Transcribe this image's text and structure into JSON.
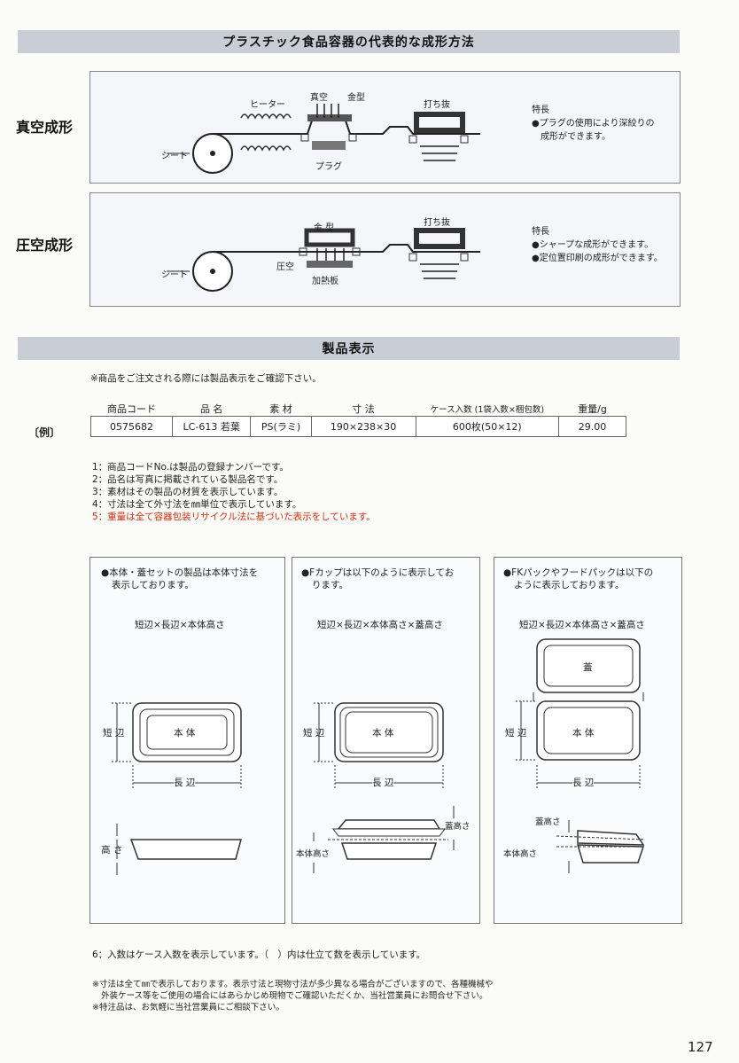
{
  "section1": {
    "title": "プラスチック食品容器の代表的な成形方法",
    "vacuum": {
      "label": "真空成形",
      "heater": "ヒーター",
      "vacuum": "真空",
      "mold": "金型",
      "sheet": "シート",
      "plug": "プラグ",
      "punch": "打ち抜",
      "feature_title": "特長",
      "features": [
        "●プラグの使用により深絞りの",
        "成形ができます。"
      ]
    },
    "pressure": {
      "label": "圧空成形",
      "mold": "金 型",
      "pressure": "圧空",
      "heating_plate": "加熱板",
      "sheet": "シート",
      "punch": "打ち抜",
      "feature_title": "特長",
      "features": [
        "●シャープな成形ができます。",
        "●定位置印刷の成形ができます。"
      ]
    }
  },
  "section2": {
    "title": "製品表示",
    "intro": "※商品をご注文される際には製品表示をご確認下さい。",
    "example_label": "〔例〕",
    "headers": [
      "商品コード",
      "品 名",
      "素 材",
      "寸 法",
      "ケース入数 (1袋入数×梱包数)",
      "重量/g"
    ],
    "row": [
      "0575682",
      "LC-613 若葉",
      "PS(ラミ)",
      "190×238×30",
      "600枚(50×12)",
      "29.00"
    ],
    "notes": [
      "1：商品コードNo.は製品の登録ナンバーです。",
      "2：品名は写真に掲載されている製品名です。",
      "3：素材はその製品の材質を表示しています。",
      "4：寸法は全て外寸法を㎜単位で表示しています。"
    ],
    "note_red": "5：重量は全て容器包装リサイクル法に基づいた表示をしています。"
  },
  "boxes": [
    {
      "head": [
        "●本体・蓋セットの製品は本体寸法を",
        "表示しております。"
      ],
      "formula": "短辺×長辺×本体高さ",
      "short": "短 辺",
      "long": "長 辺",
      "body": "本 体",
      "height": "高 さ"
    },
    {
      "head": [
        "●Fカップは以下のように表示してお",
        "ります。"
      ],
      "formula": "短辺×長辺×本体高さ×蓋高さ",
      "short": "短 辺",
      "long": "長 辺",
      "body": "本 体",
      "lid_height": "蓋高さ",
      "body_height": "本体高さ"
    },
    {
      "head": [
        "●FKパックやフードパックは以下の",
        "ように表示しております。"
      ],
      "formula": "短辺×長辺×本体高さ×蓋高さ",
      "short": "短 辺",
      "long": "長 辺",
      "body": "本 体",
      "lid": "蓋",
      "lid_height": "蓋高さ",
      "body_height": "本体高さ"
    }
  ],
  "footer": {
    "note6": "6：入数はケース入数を表示しています。（　）内は仕立て数を表示しています。",
    "notes": [
      "※寸法は全て㎜で表示しております。表示寸法と現物寸法が多少異なる場合がございますので、各種機械や",
      "外装ケース等をご使用の場合にはあらかじめ現物でご確認いただくか、当社営業員にお問合せ下さい。",
      "※特注品は、お気軽に当社営業員にご相談下さい。"
    ],
    "page_number": "127"
  }
}
